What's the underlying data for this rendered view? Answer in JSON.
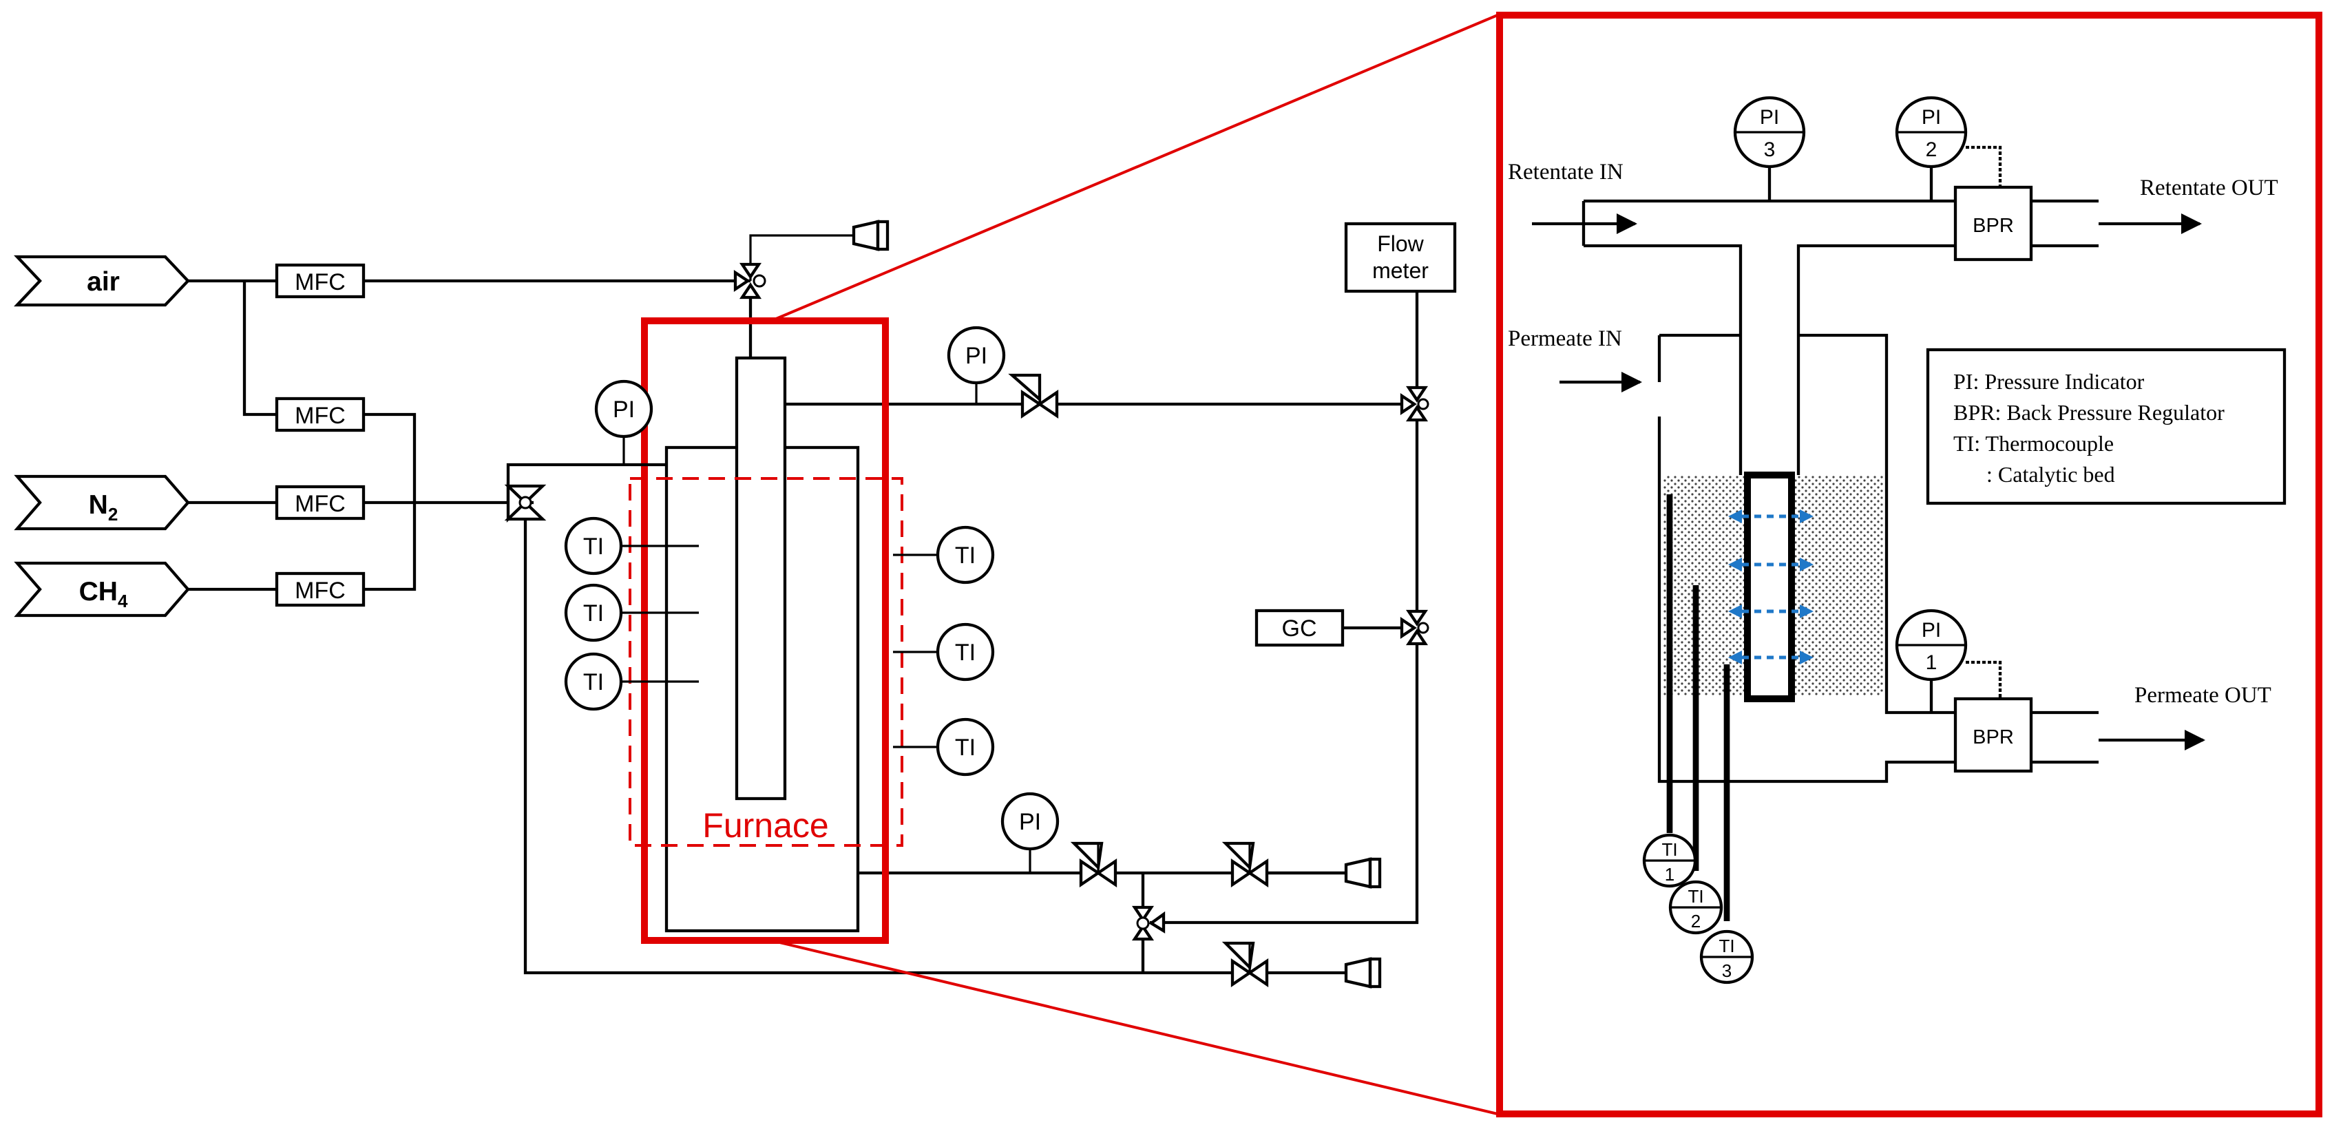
{
  "sources": {
    "air": "air",
    "n2": "N",
    "n2_sub": "2",
    "ch4": "CH",
    "ch4_sub": "4"
  },
  "labels": {
    "mfc": "MFC",
    "pi": "PI",
    "ti": "TI",
    "gc": "GC",
    "flow_meter_line1": "Flow",
    "flow_meter_line2": "meter",
    "furnace": "Furnace"
  },
  "detail": {
    "retentate_in": "Retentate IN",
    "retentate_out": "Retentate OUT",
    "permeate_in": "Permeate IN",
    "permeate_out": "Permeate OUT",
    "bpr": "BPR",
    "pi_label": "PI",
    "pi_1": "1",
    "pi_2": "2",
    "pi_3": "3",
    "ti_label": "TI",
    "ti_1": "1",
    "ti_2": "2",
    "ti_3": "3"
  },
  "legend": {
    "line1": "PI: Pressure Indicator",
    "line2": "BPR: Back Pressure Regulator",
    "line3": "TI:  Thermocouple",
    "line4": ": Catalytic bed"
  },
  "colors": {
    "highlight_red": "#e00000",
    "arrow_blue": "#1f78c8",
    "line_black": "#000000"
  }
}
